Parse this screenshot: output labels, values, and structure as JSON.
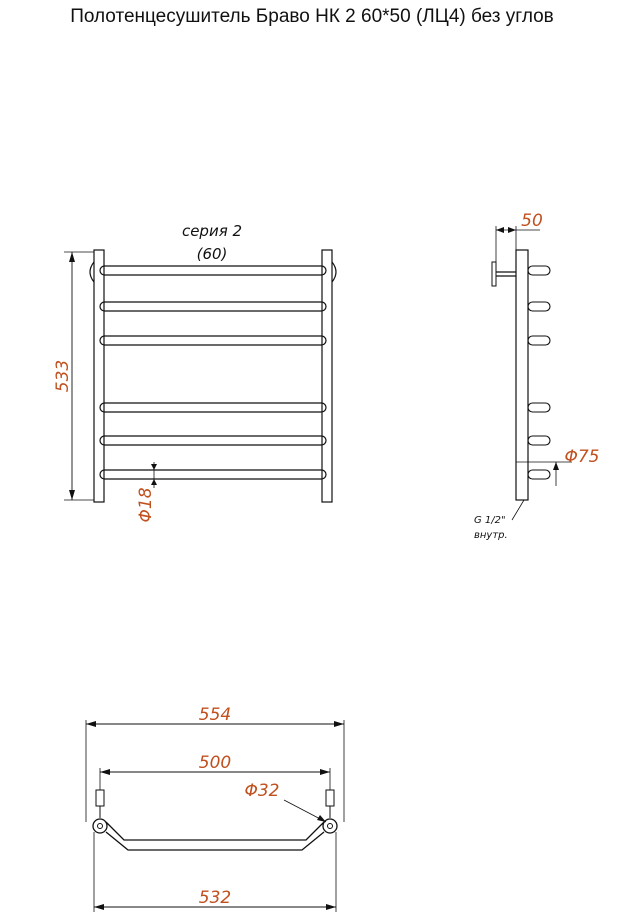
{
  "title": "Полотенцесушитель Браво НК 2 60*50 (ЛЦ4) без углов",
  "front_view": {
    "series_label": "серия 2",
    "series_sub": "(60)",
    "height": "533",
    "tube_diameter": "Φ18"
  },
  "side_view": {
    "depth": "50",
    "flange_diameter": "Φ75",
    "thread": "G 1/2\"",
    "thread_type": "внутр."
  },
  "top_view": {
    "overall_width": "554",
    "center_distance": "500",
    "pipe_diameter": "Φ32",
    "bottom_width": "532"
  },
  "colors": {
    "dimension_text": "#c0501e",
    "line": "#111111"
  }
}
